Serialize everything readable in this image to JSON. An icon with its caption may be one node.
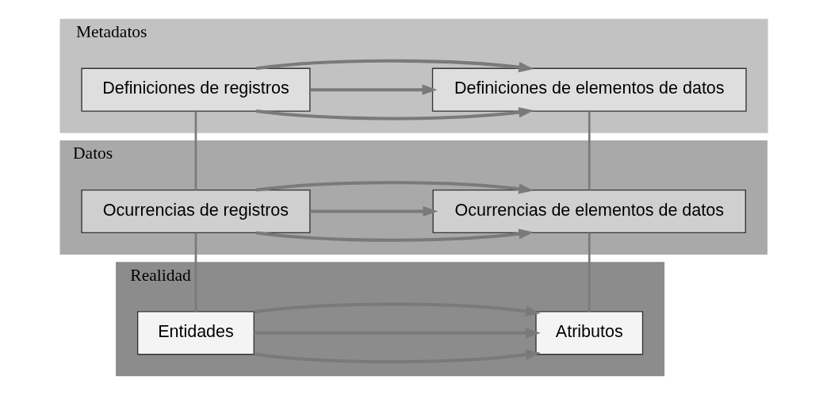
{
  "diagram": {
    "nodes": [
      {
        "text": [
          "Realidad"
        ]
      },
      {
        "text": [
          "Entidades"
        ],
        "in": 0
      },
      {
        "text": [
          "Atributos"
        ],
        "in": 0
      },
      {
        "text": [
          "Datos"
        ]
      },
      {
        "text": [
          "Ocurrencias de registros"
        ],
        "in": 3
      },
      {
        "text": [
          "Ocurrencias de elementos de datos"
        ],
        "in": 3
      },
      {
        "text": [
          "Metadatos"
        ]
      },
      {
        "text": [
          "Definiciones de registros"
        ],
        "in": 6
      },
      {
        "text": [
          "Definiciones de elementos de datos"
        ],
        "in": 6
      }
    ],
    "edges": [
      {
        "from": 1,
        "to": 2,
        "arrow": "to"
      },
      {
        "from": 1,
        "to": 2,
        "arrow": "to"
      },
      {
        "from": 1,
        "to": 2,
        "arrow": "to"
      },
      {
        "from": 4,
        "to": 5,
        "arrow": "to"
      },
      {
        "from": 4,
        "to": 5,
        "arrow": "to"
      },
      {
        "from": 4,
        "to": 5,
        "arrow": "to"
      },
      {
        "from": 7,
        "to": 8,
        "arrow": "to"
      },
      {
        "from": 7,
        "to": 8,
        "arrow": "to"
      },
      {
        "from": 7,
        "to": 8,
        "arrow": "to"
      },
      {
        "from": 1,
        "to": 4,
        "arrow": "none"
      },
      {
        "from": 4,
        "to": 7,
        "arrow": "none"
      },
      {
        "from": 2,
        "to": 5,
        "arrow": "none"
      },
      {
        "from": 5,
        "to": 8,
        "arrow": "none"
      }
    ]
  }
}
